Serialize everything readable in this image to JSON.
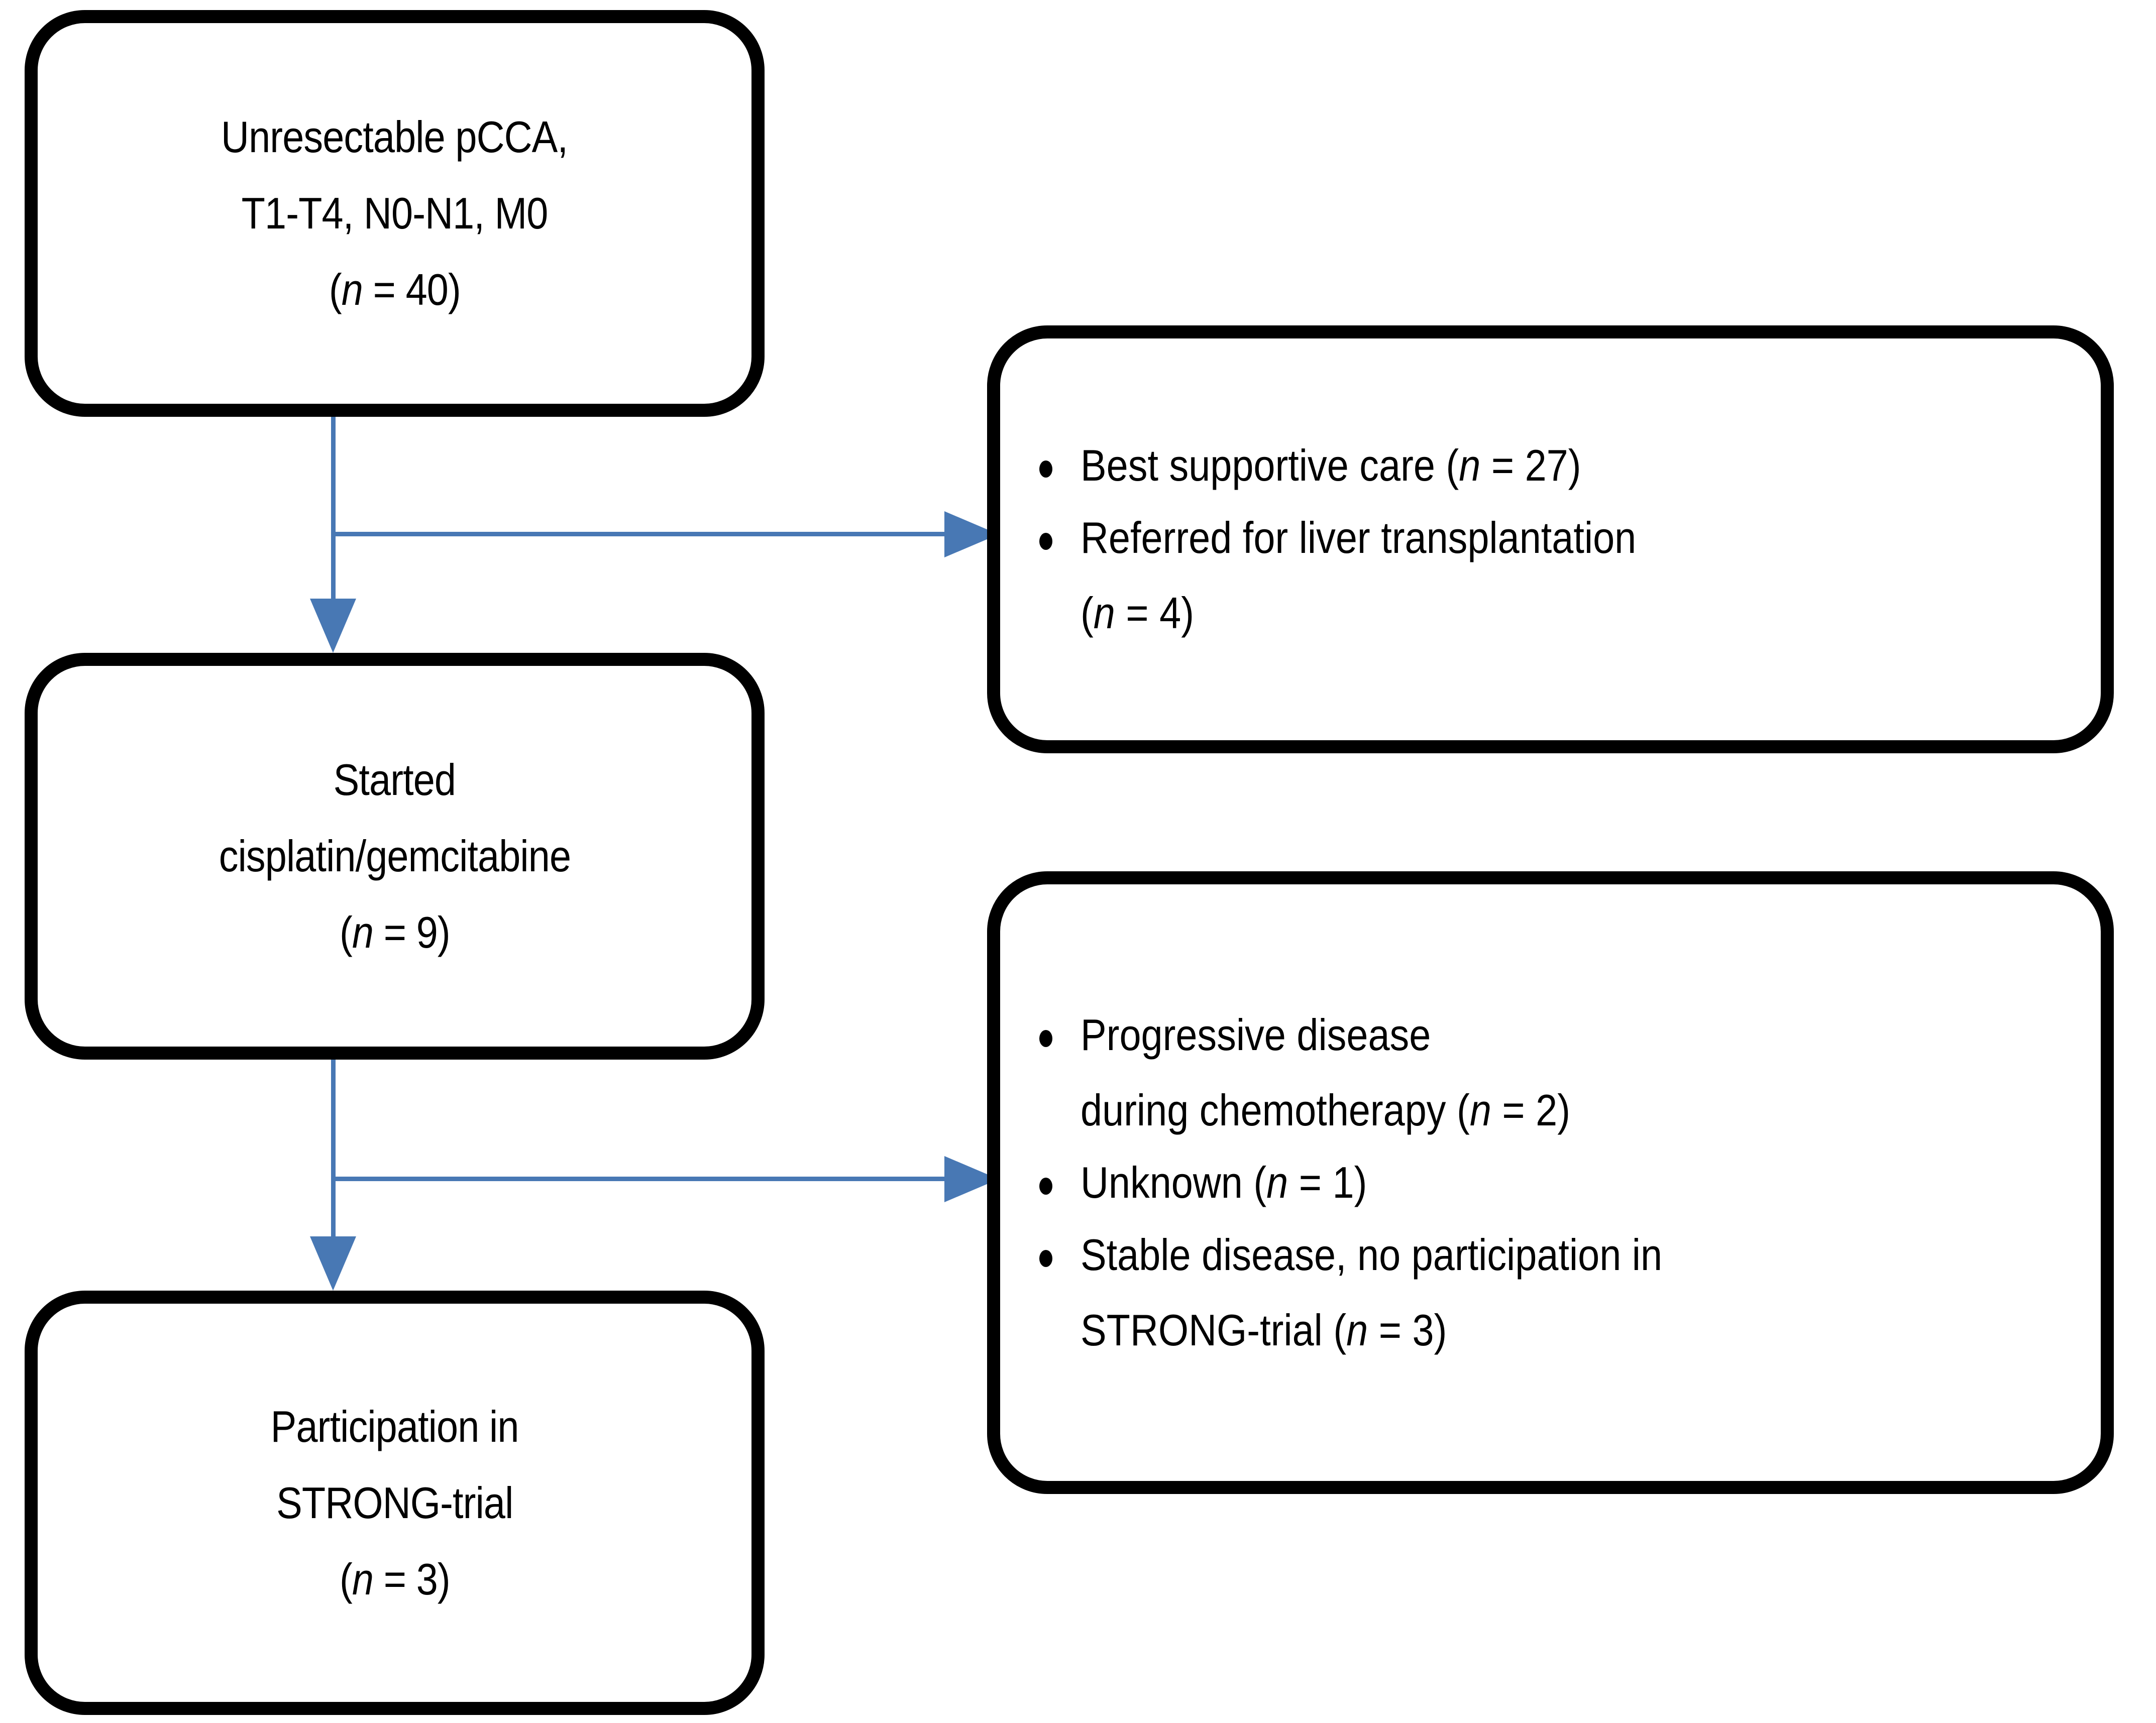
{
  "diagram": {
    "title": "Patient flow diagram for unresectable pCCA and STRONG-trial participation",
    "accent_color": "#4878B4",
    "box_border_color": "#000000",
    "background_color": "#FFFFFF",
    "text_color": "#000000"
  },
  "nodes": {
    "cohort": {
      "name": "unresectable-pcca-cohort",
      "lines": [
        "Unresectable pCCA,",
        "T1-T4, N0-N1, M0"
      ],
      "count_prefix": "(",
      "count_symbol": "n",
      "count_equals": " = ",
      "count_value": "40",
      "count_suffix": ")"
    },
    "chemo": {
      "name": "started-chemotherapy",
      "lines": [
        "Started",
        "cisplatin/gemcitabine"
      ],
      "count_prefix": "(",
      "count_symbol": "n",
      "count_equals": " = ",
      "count_value": "9",
      "count_suffix": ")"
    },
    "participation": {
      "name": "participation-strong-trial",
      "lines": [
        "Participation in",
        "STRONG-trial"
      ],
      "count_prefix": "(",
      "count_symbol": "n",
      "count_equals": " = ",
      "count_value": "3",
      "count_suffix": ")"
    }
  },
  "exclusions": {
    "first": {
      "name": "exclusions-after-diagnosis",
      "items": [
        {
          "lines": [
            "Best supportive care ("
          ],
          "count_symbol": "n",
          "count_equals": " = ",
          "count_value": "27",
          "count_suffix": ")",
          "inline": true,
          "line1": "Best supportive care (",
          "line2": ""
        },
        {
          "lines": [
            "Referred for liver transplantation"
          ],
          "count_prefix": "(",
          "count_symbol": "n",
          "count_equals": " = ",
          "count_value": "4",
          "count_suffix": ")",
          "inline": false,
          "line1": "Referred for liver transplantation",
          "line2": ""
        }
      ]
    },
    "second": {
      "name": "exclusions-after-chemotherapy",
      "items": [
        {
          "line1": "Progressive disease",
          "line2": "during chemotherapy (",
          "count_symbol": "n",
          "count_equals": " = ",
          "count_value": "2",
          "count_suffix": ")"
        },
        {
          "line1": "Unknown (",
          "line2": "",
          "count_symbol": "n",
          "count_equals": " = ",
          "count_value": "1",
          "count_suffix": ")"
        },
        {
          "line1": "Stable disease, no participation in",
          "line2": "STRONG-trial (",
          "count_symbol": "n",
          "count_equals": " = ",
          "count_value": "3",
          "count_suffix": ")"
        }
      ]
    }
  },
  "connectors": [
    {
      "name": "cohort-to-chemo-arrow",
      "kind": "vertical-arrow"
    },
    {
      "name": "cohort-to-exclusions-arrow",
      "kind": "horizontal-arrow"
    },
    {
      "name": "chemo-to-participation-arrow",
      "kind": "vertical-arrow"
    },
    {
      "name": "chemo-to-exclusions-arrow",
      "kind": "horizontal-arrow"
    }
  ]
}
